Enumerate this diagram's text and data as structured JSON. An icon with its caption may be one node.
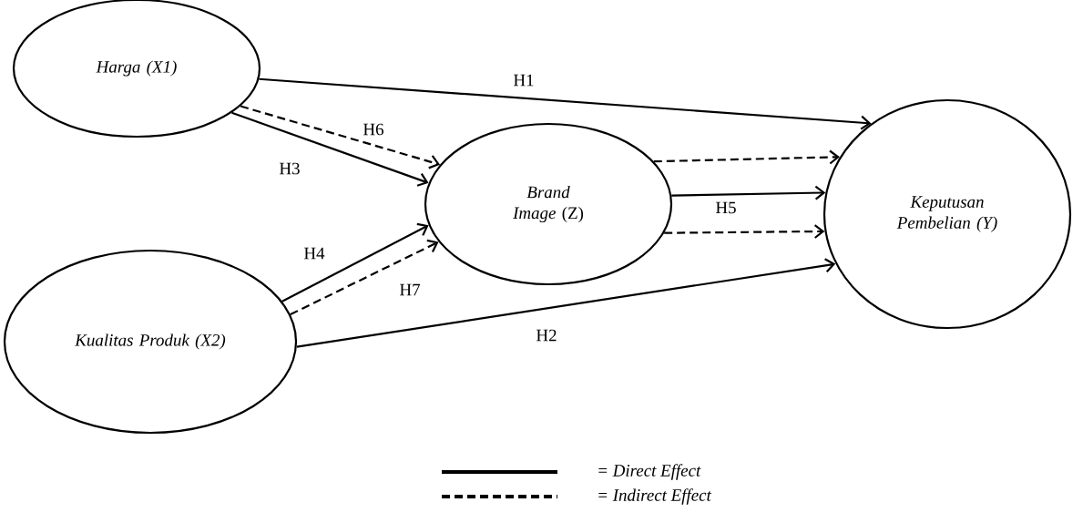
{
  "diagram": {
    "nodes": [
      {
        "text": [
          "Harga (X1)"
        ]
      },
      {
        "text": [
          "Kualitas Produk (X2)"
        ]
      },
      {
        "text": [
          "*Brand Image* (Z)"
        ]
      },
      {
        "text": [
          "Keputusan Pembelian (Y)"
        ]
      }
    ],
    "edges": [
      {
        "from": 0,
        "to": 3,
        "arrow": "to",
        "label": "H1"
      },
      {
        "from": 0,
        "to": 2,
        "arrow": "to",
        "label": "H6",
        "style": "dashed"
      },
      {
        "from": 0,
        "to": 2,
        "arrow": "to",
        "label": "H3"
      },
      {
        "from": 1,
        "to": 2,
        "arrow": "to",
        "label": "H4"
      },
      {
        "from": 1,
        "to": 2,
        "arrow": "to",
        "label": "H7",
        "style": "dashed"
      },
      {
        "from": 1,
        "to": 3,
        "arrow": "to",
        "label": "H2"
      },
      {
        "from": 2,
        "to": 3,
        "arrow": "to",
        "style": "dashed"
      },
      {
        "from": 2,
        "to": 3,
        "arrow": "to",
        "label": "H5"
      },
      {
        "from": 2,
        "to": 3,
        "arrow": "to",
        "style": "dashed"
      }
    ],
    "legend": [
      {
        "text": "= Direct Effect"
      },
      {
        "text": "= Indirect Effect"
      }
    ]
  }
}
